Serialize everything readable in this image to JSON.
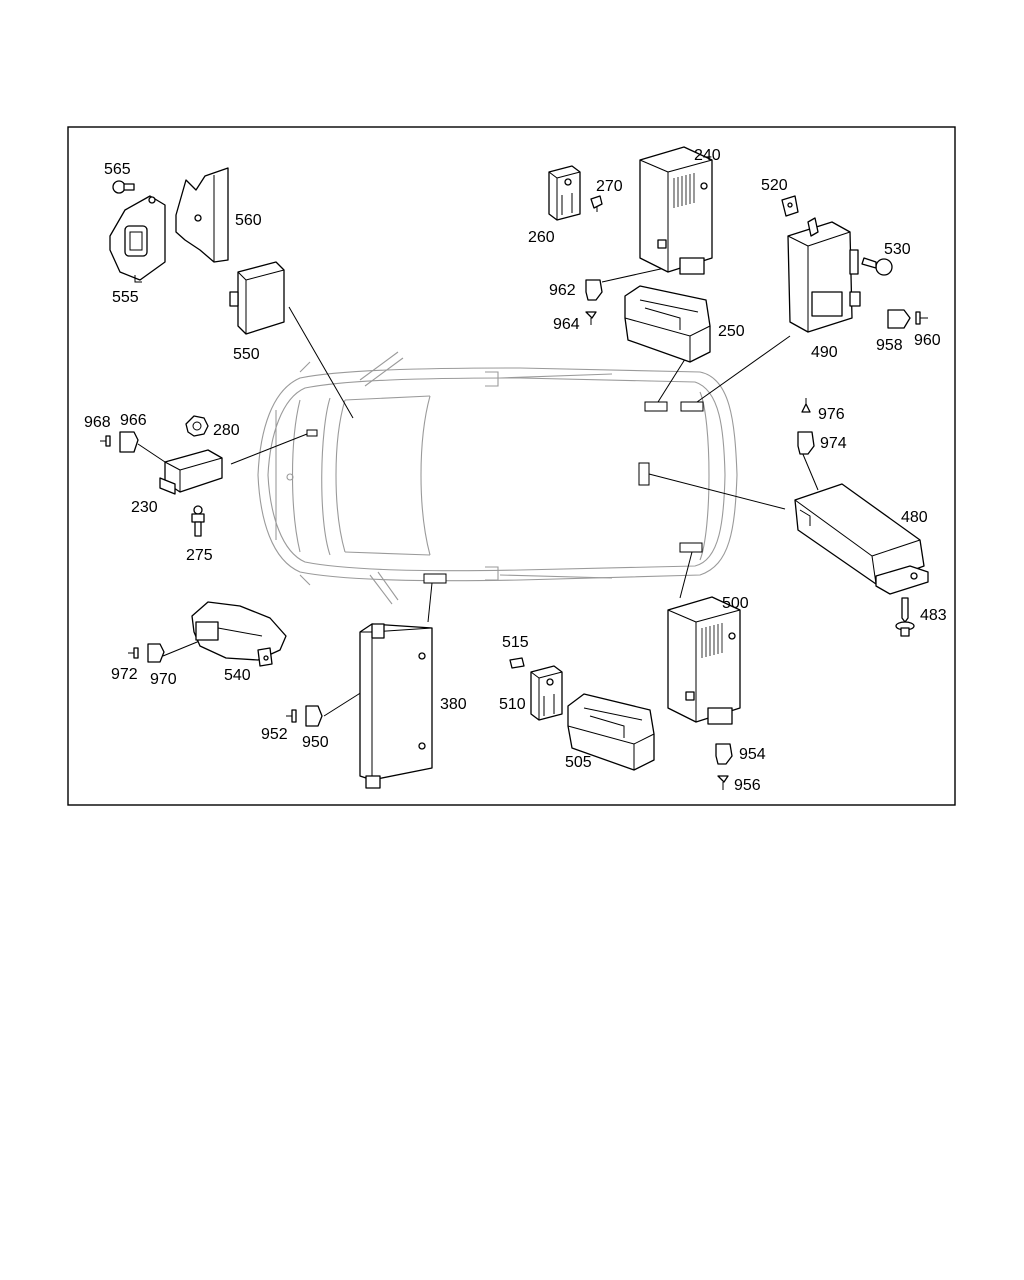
{
  "diagram": {
    "callouts": [
      "565",
      "560",
      "555",
      "550",
      "260",
      "270",
      "240",
      "962",
      "964",
      "250",
      "520",
      "530",
      "490",
      "958",
      "960",
      "968",
      "966",
      "280",
      "230",
      "275",
      "976",
      "974",
      "480",
      "483",
      "540",
      "972",
      "970",
      "380",
      "952",
      "950",
      "515",
      "510",
      "505",
      "500",
      "954",
      "956"
    ]
  }
}
